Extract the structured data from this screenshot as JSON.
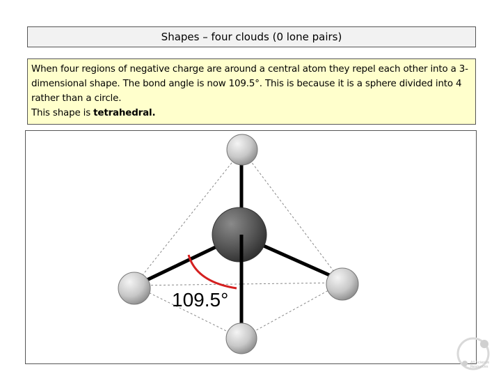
{
  "title": "Shapes – four clouds (0 lone pairs)",
  "description": {
    "line1": "When four regions of negative charge are around a central atom they repel each other into a 3-dimensional shape. The bond angle is now 109.5°. This is because it is a sphere divided into 4 rather than a circle.",
    "line2_prefix": "This shape is ",
    "line2_bold": "tetrahedral",
    "line2_suffix": "."
  },
  "diagram": {
    "angle_label": "109.5°",
    "colors": {
      "central_atom": "#555555",
      "outer_atom": "#c8c8c8",
      "bond": "#000000",
      "angle_arc": "#d42020",
      "guide_lines": "#888888"
    }
  },
  "logo": {
    "line1": "All Science",
    "line2": "Resources"
  }
}
